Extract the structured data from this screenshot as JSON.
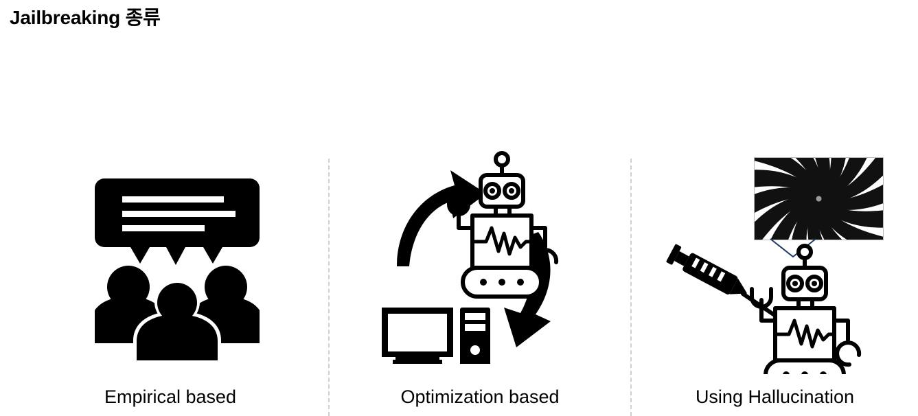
{
  "slide": {
    "title": "Jailbreaking 종류",
    "background_color": "#ffffff",
    "text_color": "#000000",
    "divider_color": "#cfcfcf",
    "accent_color": "#1f3864"
  },
  "panels": [
    {
      "id": "empirical",
      "label": "Empirical based",
      "icons": [
        {
          "name": "speech-bubble-icon",
          "lines": 3
        },
        {
          "name": "people-group-icon",
          "count": 3
        }
      ]
    },
    {
      "id": "optimization",
      "label": "Optimization based",
      "icons": [
        {
          "name": "robot-icon"
        },
        {
          "name": "desktop-computer-icon"
        },
        {
          "name": "curved-arrow-up-icon"
        },
        {
          "name": "curved-arrow-down-icon"
        }
      ]
    },
    {
      "id": "hallucination",
      "label": "Using Hallucination",
      "icons": [
        {
          "name": "hypnotic-spiral-image"
        },
        {
          "name": "chevron-down-icon"
        },
        {
          "name": "syringe-icon"
        },
        {
          "name": "robot-icon"
        }
      ]
    }
  ]
}
